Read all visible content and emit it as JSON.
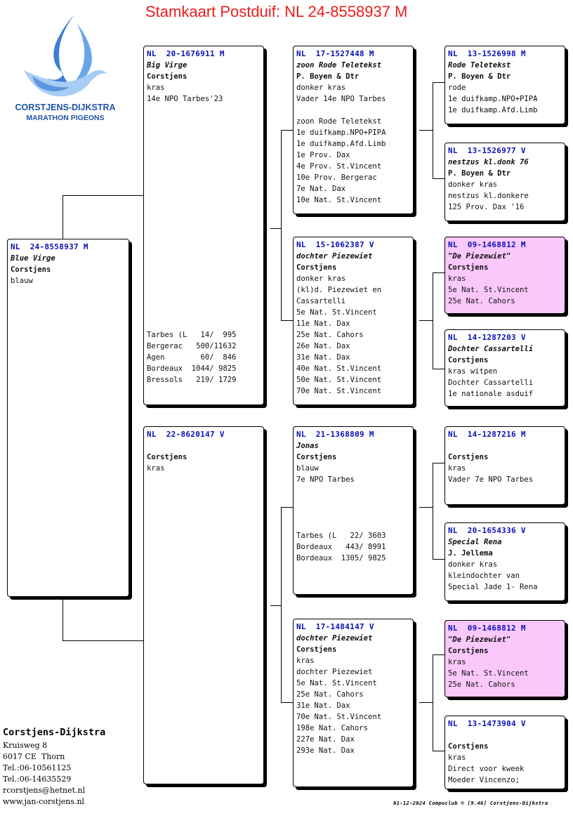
{
  "title": "Stamkaart Postduif: NL  24-8558937 M",
  "logo": {
    "name": "CORSTJENS-DIJKSTRA",
    "subtitle": "MARATHON PIGEONS",
    "icon": "dove-flame-logo",
    "color": "#1f54a8"
  },
  "colors": {
    "title": "#ee1c1c",
    "ring": "#0a10b8",
    "highlight": "#fbc8fb"
  },
  "subject": {
    "ring": "NL  24-8558937 M",
    "name": "Blue Virge",
    "breeder": "Corstjens",
    "lines": [
      "blauw"
    ]
  },
  "father": {
    "ring": "NL  20-1676911 M",
    "name": "Big Virge",
    "breeder": "Corstjens",
    "lines": [
      "kras",
      "14e NPO Tarbes'23"
    ],
    "results": [
      "Tarbes (L   14/  995",
      "Bergerac   500/11632",
      "Agen        60/  846",
      "Bordeaux  1044/ 9825",
      "Bressols   219/ 1729"
    ]
  },
  "mother": {
    "ring": "NL  22-8620147 V",
    "name": "",
    "breeder": "Corstjens",
    "lines": [
      "kras"
    ]
  },
  "ff": {
    "ring": "NL  17-1527448 M",
    "name": "zoon Rode Teletekst",
    "breeder": "P. Boyen & Dtr",
    "lines": [
      "donker kras",
      "Vader 14e NPO Tarbes",
      "",
      "zoon Rode Teletekst",
      "1e duifkamp.NPO+PIPA",
      "1e duifkamp.Afd.Limb",
      "1e Prov. Dax",
      "4e Prov. St.Vincent",
      "10e Prov. Bergerac",
      "7e Nat. Dax",
      "10e Nat. St.Vincent"
    ]
  },
  "fm": {
    "ring": "NL  15-1062387 V",
    "name": "dochter Piezewiet",
    "breeder": "Corstjens",
    "lines": [
      "donker kras",
      "(kl)d. Piezewiet en",
      "Cassartelli",
      "5e Nat. St.Vincent",
      "11e Nat. Dax",
      "25e Nat. Cahors",
      "26e Nat. Dax",
      "31e Nat. Dax",
      "40e Nat. St.Vincent",
      "50e Nat. St.Vincent",
      "70e Nat. St.Vincent"
    ]
  },
  "mf": {
    "ring": "NL  21-1368809 M",
    "name": "Jonas",
    "breeder": "Corstjens",
    "lines": [
      "blauw",
      "7e NPO Tarbes"
    ],
    "results": [
      "Tarbes (L   22/ 3603",
      "Bordeaux   443/ 8991",
      "Bordeaux  1305/ 9825"
    ]
  },
  "mm": {
    "ring": "NL  17-1484147 V",
    "name": "dochter Piezewiet",
    "breeder": "Corstjens",
    "lines": [
      "kras",
      "dochter Piezewiet",
      "5e Nat. St.Vincent",
      "25e Nat. Cahors",
      "31e Nat. Dax",
      "70e Nat. St.Vincent",
      "198e Nat. Cahors",
      "227e Nat. Dax",
      "293e Nat. Dax"
    ]
  },
  "fff": {
    "ring": "NL  13-1526998 M",
    "name": "Rode Teletekst",
    "breeder": "P. Boyen & Dtr",
    "lines": [
      "rode",
      "1e duifkamp.NPO+PIPA",
      "1e duifkamp.Afd.Limb"
    ]
  },
  "ffm": {
    "ring": "NL  13-1526977 V",
    "name": "nestzus kl.donk 76",
    "breeder": "P. Boyen & Dtr",
    "lines": [
      "donker kras",
      "nestzus kl.donkere",
      "125 Prov. Dax '16"
    ]
  },
  "fmf": {
    "ring": "NL  09-1468812 M",
    "name": "\"De Piezewiet\"",
    "breeder": "Corstjens",
    "lines": [
      "kras",
      "5e Nat. St.Vincent",
      "25e Nat. Cahors"
    ]
  },
  "fmm": {
    "ring": "NL  14-1287203 V",
    "name": "Dochter Cassartelli",
    "breeder": "Corstjens",
    "lines": [
      "kras witpen",
      "Dochter Cassartelli",
      "1e nationale asduif"
    ]
  },
  "mff": {
    "ring": "NL  14-1287216 M",
    "name": "",
    "breeder": "Corstjens",
    "lines": [
      "kras",
      "Vader 7e NPO Tarbes"
    ]
  },
  "mfm": {
    "ring": "NL  20-1654336 V",
    "name": "Special Rena",
    "breeder": "J. Jellema",
    "lines": [
      "donker kras",
      "kleindochter van",
      "Special Jade 1- Rena"
    ]
  },
  "mmf": {
    "ring": "NL  09-1468812 M",
    "name": "\"De Piezewiet\"",
    "breeder": "Corstjens",
    "lines": [
      "kras",
      "5e Nat. St.Vincent",
      "25e Nat. Cahors"
    ]
  },
  "mmm": {
    "ring": "NL  13-1473904 V",
    "name": "",
    "breeder": "Corstjens",
    "lines": [
      "kras",
      "Direct voor kweek",
      "Moeder Vincenzo;"
    ]
  },
  "owner": {
    "name": "Corstjens-Dijkstra",
    "address": "Kruisweg 8",
    "city": "6017 CE  Thorn",
    "phone1": "Tel.:06-10561125",
    "phone2": "Tel.:06-14635529",
    "email": "rcorstjens@hetnet.nl",
    "website": "www.jan-corstjens.nl"
  },
  "footer": "01-12-2024   Compuclub © [9.46]  Corstjens-Dijkstra"
}
